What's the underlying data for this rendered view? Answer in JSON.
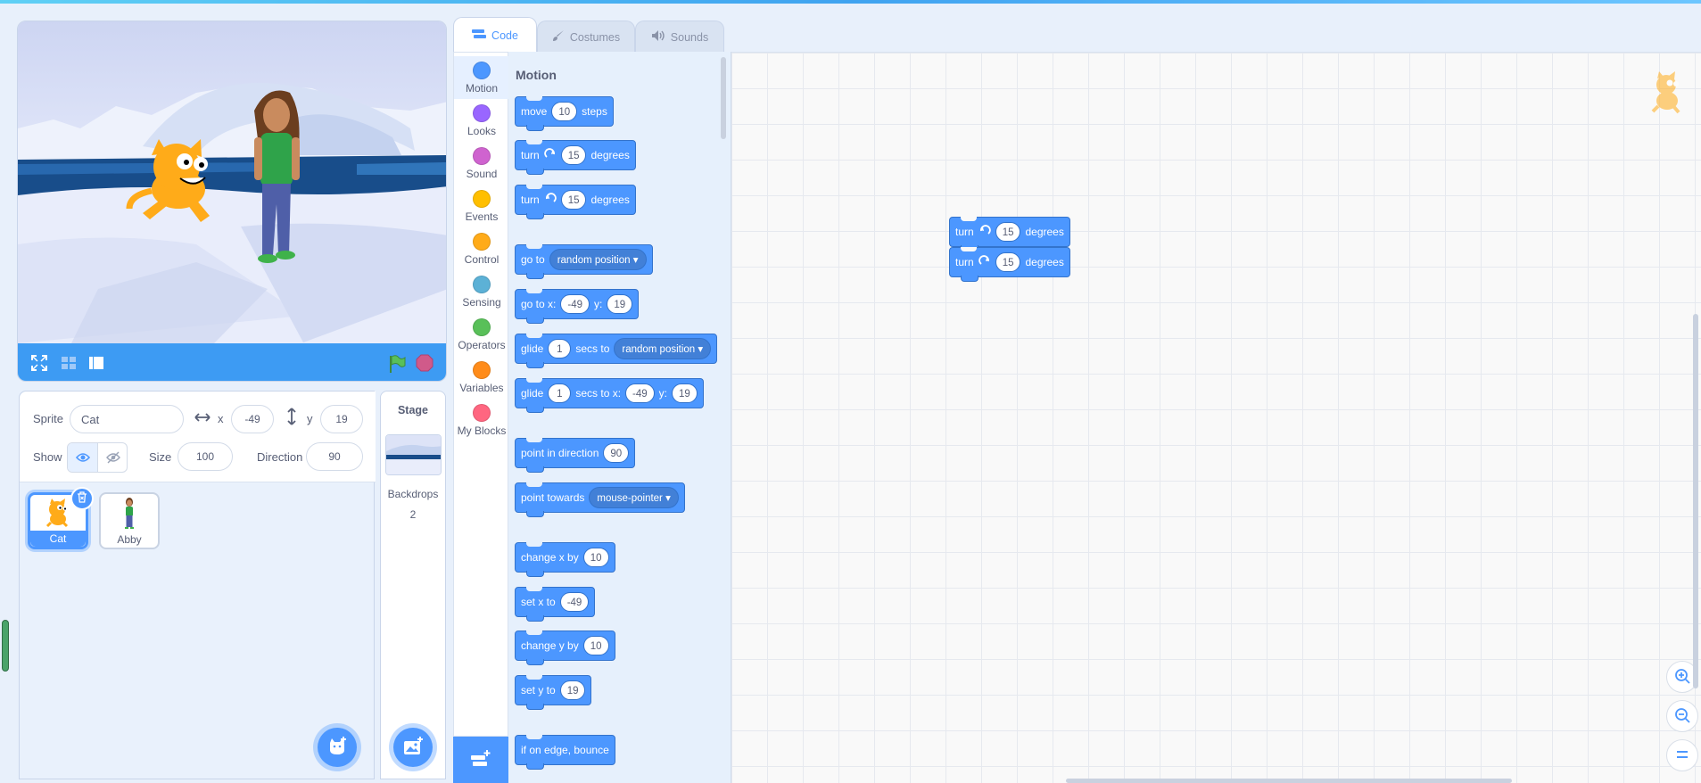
{
  "tabs": [
    {
      "label": "Code",
      "icon": "code-icon"
    },
    {
      "label": "Costumes",
      "icon": "brush-icon"
    },
    {
      "label": "Sounds",
      "icon": "speaker-icon"
    }
  ],
  "categories": [
    {
      "label": "Motion",
      "color": "#4c97ff"
    },
    {
      "label": "Looks",
      "color": "#9966ff"
    },
    {
      "label": "Sound",
      "color": "#cf63cf"
    },
    {
      "label": "Events",
      "color": "#ffbf00"
    },
    {
      "label": "Control",
      "color": "#ffab19"
    },
    {
      "label": "Sensing",
      "color": "#5cb1d6"
    },
    {
      "label": "Operators",
      "color": "#59c059"
    },
    {
      "label": "Variables",
      "color": "#ff8c1a"
    },
    {
      "label": "My Blocks",
      "color": "#ff6680"
    }
  ],
  "palette": {
    "title": "Motion",
    "blocks": {
      "move": {
        "t1": "move",
        "v1": "10",
        "t2": "steps"
      },
      "turn_cw": {
        "t1": "turn",
        "v1": "15",
        "t2": "degrees"
      },
      "turn_ccw": {
        "t1": "turn",
        "v1": "15",
        "t2": "degrees"
      },
      "goto": {
        "t1": "go to",
        "d1": "random position"
      },
      "gotoxy": {
        "t1": "go to x:",
        "v1": "-49",
        "t2": "y:",
        "v2": "19"
      },
      "glide_to": {
        "t1": "glide",
        "v1": "1",
        "t2": "secs to",
        "d1": "random position"
      },
      "glide_xy": {
        "t1": "glide",
        "v1": "1",
        "t2": "secs to x:",
        "v2": "-49",
        "t3": "y:",
        "v3": "19"
      },
      "point_dir": {
        "t1": "point in direction",
        "v1": "90"
      },
      "point_towards": {
        "t1": "point towards",
        "d1": "mouse-pointer"
      },
      "change_x": {
        "t1": "change x by",
        "v1": "10"
      },
      "set_x": {
        "t1": "set x to",
        "v1": "-49"
      },
      "change_y": {
        "t1": "change y by",
        "v1": "10"
      },
      "set_y": {
        "t1": "set y to",
        "v1": "19"
      },
      "bounce": {
        "t1": "if on edge, bounce"
      }
    }
  },
  "workspace": {
    "script": [
      {
        "t1": "turn",
        "v1": "15",
        "t2": "degrees",
        "dir": "ccw"
      },
      {
        "t1": "turn",
        "v1": "15",
        "t2": "degrees",
        "dir": "cw"
      }
    ]
  },
  "sprite_info": {
    "sprite_label": "Sprite",
    "sprite_name": "Cat",
    "x_label": "x",
    "x_value": "-49",
    "y_label": "y",
    "y_value": "19",
    "show_label": "Show",
    "size_label": "Size",
    "size_value": "100",
    "direction_label": "Direction",
    "direction_value": "90"
  },
  "sprites": [
    {
      "name": "Cat",
      "selected": true
    },
    {
      "name": "Abby",
      "selected": false
    }
  ],
  "stage_target": {
    "title": "Stage",
    "backdrops_label": "Backdrops",
    "backdrops_count": "2"
  },
  "colors": {
    "motion": "#4c97ff",
    "accent": "#4c97ff",
    "green_flag": "#59c059",
    "stop": "#d05a8a"
  }
}
